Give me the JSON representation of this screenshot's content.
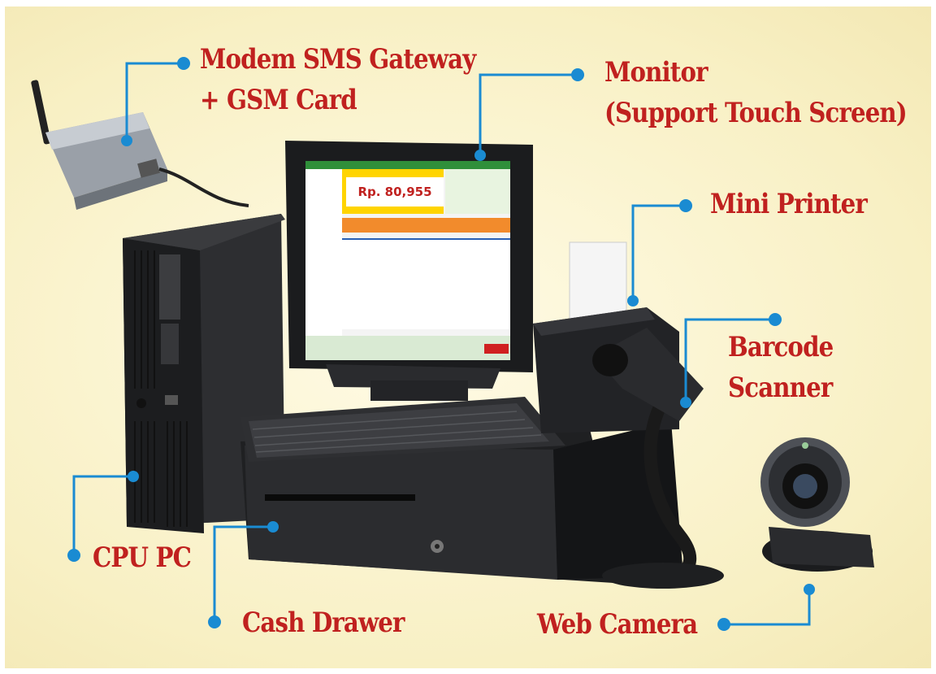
{
  "labels": {
    "modem": [
      "Modem SMS Gateway",
      "+ GSM Card"
    ],
    "monitor": [
      "Monitor",
      "(Support Touch Screen)"
    ],
    "printer": "Mini Printer",
    "scanner": [
      "Barcode",
      "Scanner"
    ],
    "cpu": "CPU PC",
    "cash_drawer": "Cash Drawer",
    "webcam": "Web Camera"
  },
  "screen": {
    "price": "Rp. 80,955"
  },
  "colors": {
    "background": "#fbf5cc",
    "label_text": "#c0211f",
    "connector": "#1a8bd2"
  }
}
